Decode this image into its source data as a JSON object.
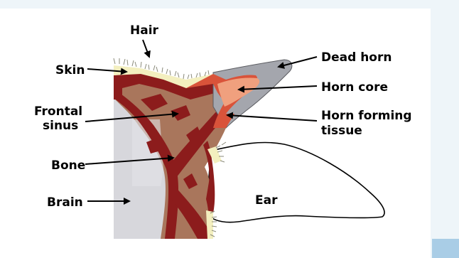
{
  "labels": {
    "hair": "Hair",
    "skin": "Skin",
    "frontal_sinus_line1": "Frontal",
    "frontal_sinus_line2": "sinus",
    "bone": "Bone",
    "brain": "Brain",
    "dead_horn": "Dead horn",
    "horn_core": "Horn core",
    "horn_forming_line1": "Horn forming",
    "horn_forming_line2": "tissue",
    "ear": "Ear"
  },
  "colors": {
    "background": "#eef5f9",
    "panel": "#ffffff",
    "corner_accent": "#a9cde6",
    "bone": "#8c1c1c",
    "frontal_sinus": "#a9765c",
    "brain": "#d7d7dc",
    "skin": "#f3efbf",
    "horn_forming_tissue": "#d9533a",
    "horn_core": "#f0a07e",
    "dead_horn": "#a4a6ad",
    "ear_outline": "#000000",
    "hair": "#8a8a7a"
  }
}
